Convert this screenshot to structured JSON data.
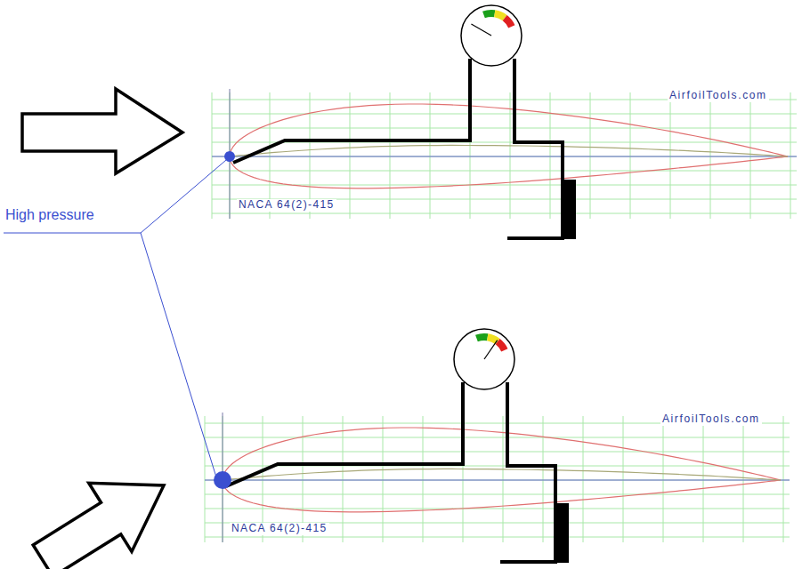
{
  "diagram": {
    "labels": [
      "AirfoilTools.com",
      "High pressure",
      "NACA 64(2)-415",
      "AirfoilTools.com",
      "NACA 64(2)-415"
    ]
  }
}
